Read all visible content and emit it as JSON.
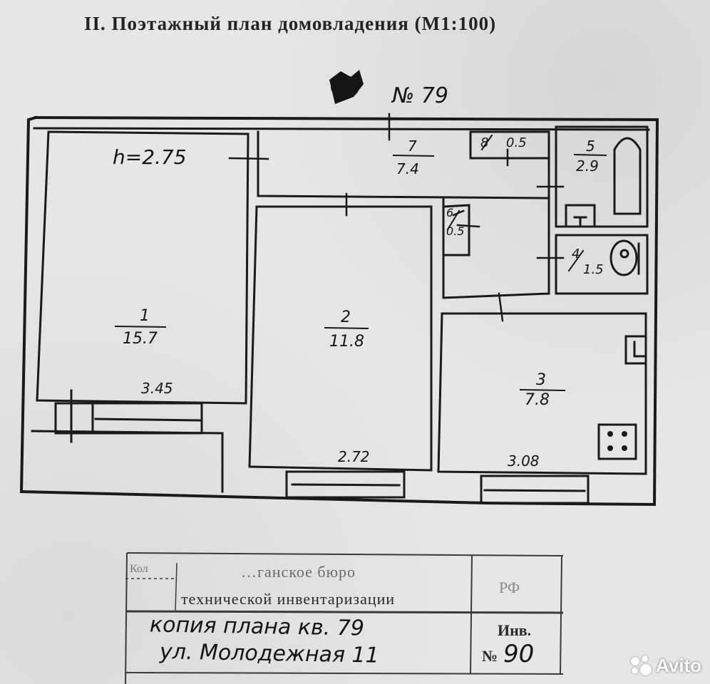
{
  "title": "II. Поэтажный план домовладения (М1:100)",
  "apartment_label": "№ 79",
  "ceiling_height": "h=2.75",
  "rooms": [
    {
      "number": "1",
      "area": "15.7",
      "width_label": "3.45"
    },
    {
      "number": "2",
      "area": "11.8",
      "width_label": "2.72"
    },
    {
      "number": "3",
      "area": "7.8",
      "width_label": "3.08"
    },
    {
      "number": "4",
      "area": "1.5"
    },
    {
      "number": "5",
      "area": "2.9"
    },
    {
      "number": "6",
      "area": "0.5"
    },
    {
      "number": "7",
      "area": "7.4"
    },
    {
      "number": "8",
      "area": "0.5"
    }
  ],
  "stamp": {
    "line1": "…ганское бюро",
    "line2": "технической инвентаризации",
    "line3": "РФ",
    "handwritten1": "копия плана кв. 79",
    "handwritten2": "ул. Молодежная 11",
    "inv_label": "Инв.",
    "inv_no_label": "№",
    "inv_no_value": "90"
  },
  "watermark": "Avito"
}
